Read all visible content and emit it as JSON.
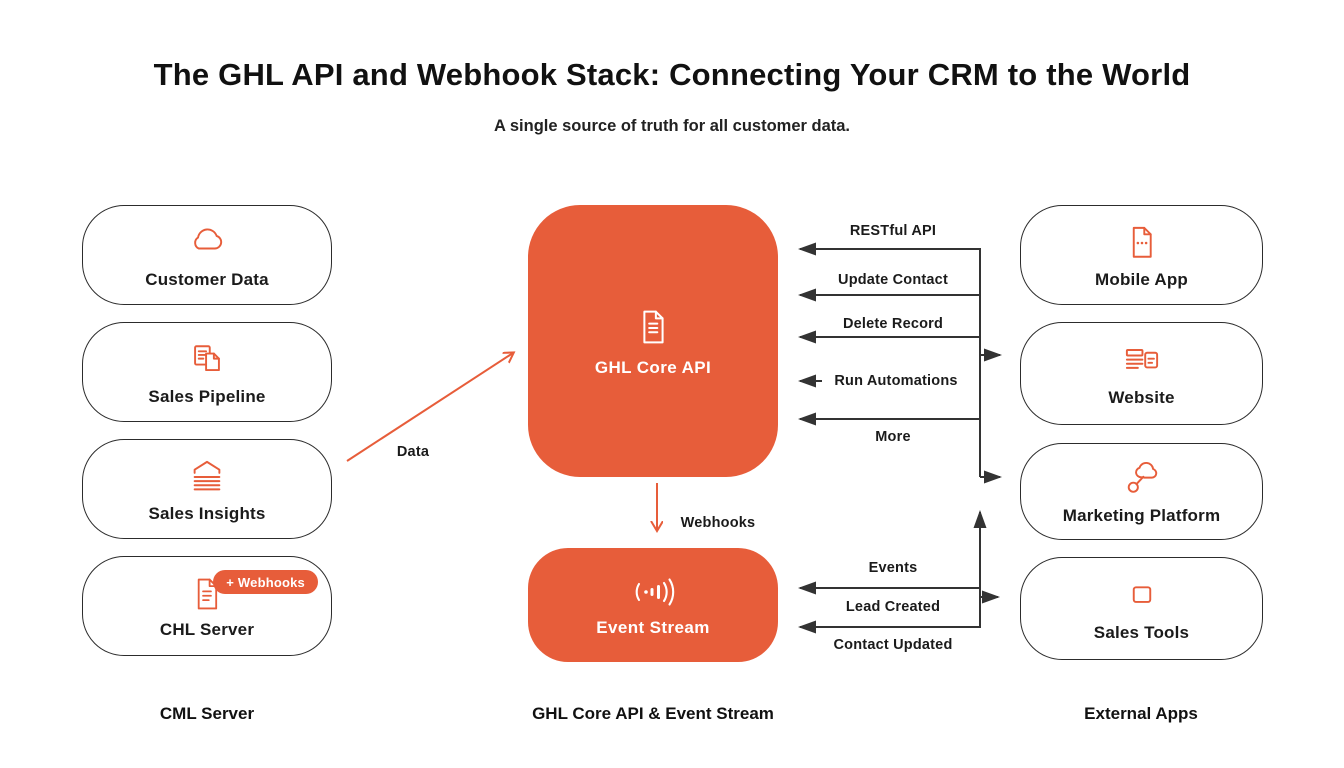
{
  "title": "The GHL API and Webhook Stack: Connecting Your CRM to the World",
  "subtitle": "A single source of truth for all customer data.",
  "colors": {
    "accent": "#E75D3A",
    "line": "#333333"
  },
  "left_column": {
    "footer": "CML Server",
    "boxes": [
      {
        "label": "Customer Data",
        "icon": "cloud-icon"
      },
      {
        "label": "Sales Pipeline",
        "icon": "documents-icon"
      },
      {
        "label": "Sales Insights",
        "icon": "insights-stack-icon"
      },
      {
        "label": "CHL Server",
        "icon": "document-icon",
        "badge": "+ Webhooks"
      }
    ]
  },
  "center_column": {
    "footer": "GHL Core API & Event Stream",
    "core_api": {
      "label": "GHL Core API",
      "icon": "api-document-icon"
    },
    "event_stream": {
      "label": "Event Stream",
      "icon": "broadcast-icon"
    }
  },
  "right_column": {
    "footer": "External Apps",
    "boxes": [
      {
        "label": "Mobile App",
        "icon": "mobile-document-icon"
      },
      {
        "label": "Website",
        "icon": "website-icon"
      },
      {
        "label": "Marketing Platform",
        "icon": "share-cloud-icon"
      },
      {
        "label": "Sales Tools",
        "icon": "square-icon"
      }
    ]
  },
  "flow_labels": {
    "data": "Data",
    "webhooks": "Webhooks",
    "restful_api": "RESTful API",
    "update_contact": "Update Contact",
    "delete_record": "Delete Record",
    "run_automations": "Run Automations",
    "more": "More",
    "events": "Events",
    "lead_created": "Lead Created",
    "contact_updated": "Contact Updated"
  }
}
